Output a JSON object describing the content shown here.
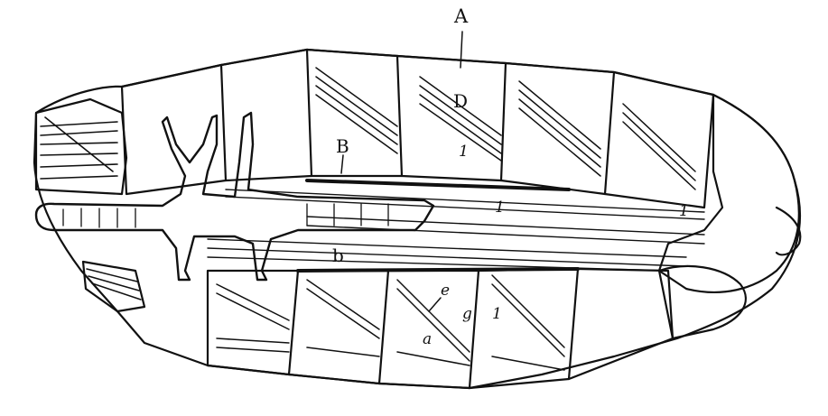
{
  "figure": {
    "labels": {
      "A": "A",
      "B": "B",
      "b": "b",
      "D": "D",
      "one_a": "1",
      "one_b": "1",
      "one_c": "1",
      "one_d": "1",
      "e": "e",
      "g": "g",
      "a": "a"
    },
    "colors": {
      "ink": "#111111",
      "paper": "#ffffff"
    }
  }
}
